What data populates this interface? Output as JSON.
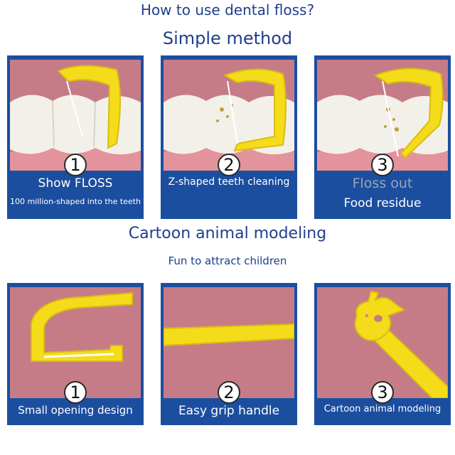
{
  "headings": {
    "title": "How to use dental floss?",
    "simple_method": "Simple method",
    "cartoon": "Cartoon animal modeling",
    "fun": "Fun to attract children"
  },
  "method_steps": [
    {
      "number": "1",
      "caption": "Show FLOSS",
      "subcaption": "100 million-shaped into the teeth"
    },
    {
      "number": "2",
      "caption": "Z-shaped teeth cleaning"
    },
    {
      "number": "3",
      "caption_muted": "Floss out",
      "caption": "Food residue"
    }
  ],
  "features": [
    {
      "number": "1",
      "caption": "Small opening design"
    },
    {
      "number": "2",
      "caption": "Easy grip handle"
    },
    {
      "number": "3",
      "caption": "Cartoon animal modeling"
    }
  ],
  "colors": {
    "panel_blue": "#1c4ea0",
    "image_pink": "#c67c86",
    "floss_yellow": "#f5dc1a",
    "heading_blue": "#1f3f8c"
  }
}
